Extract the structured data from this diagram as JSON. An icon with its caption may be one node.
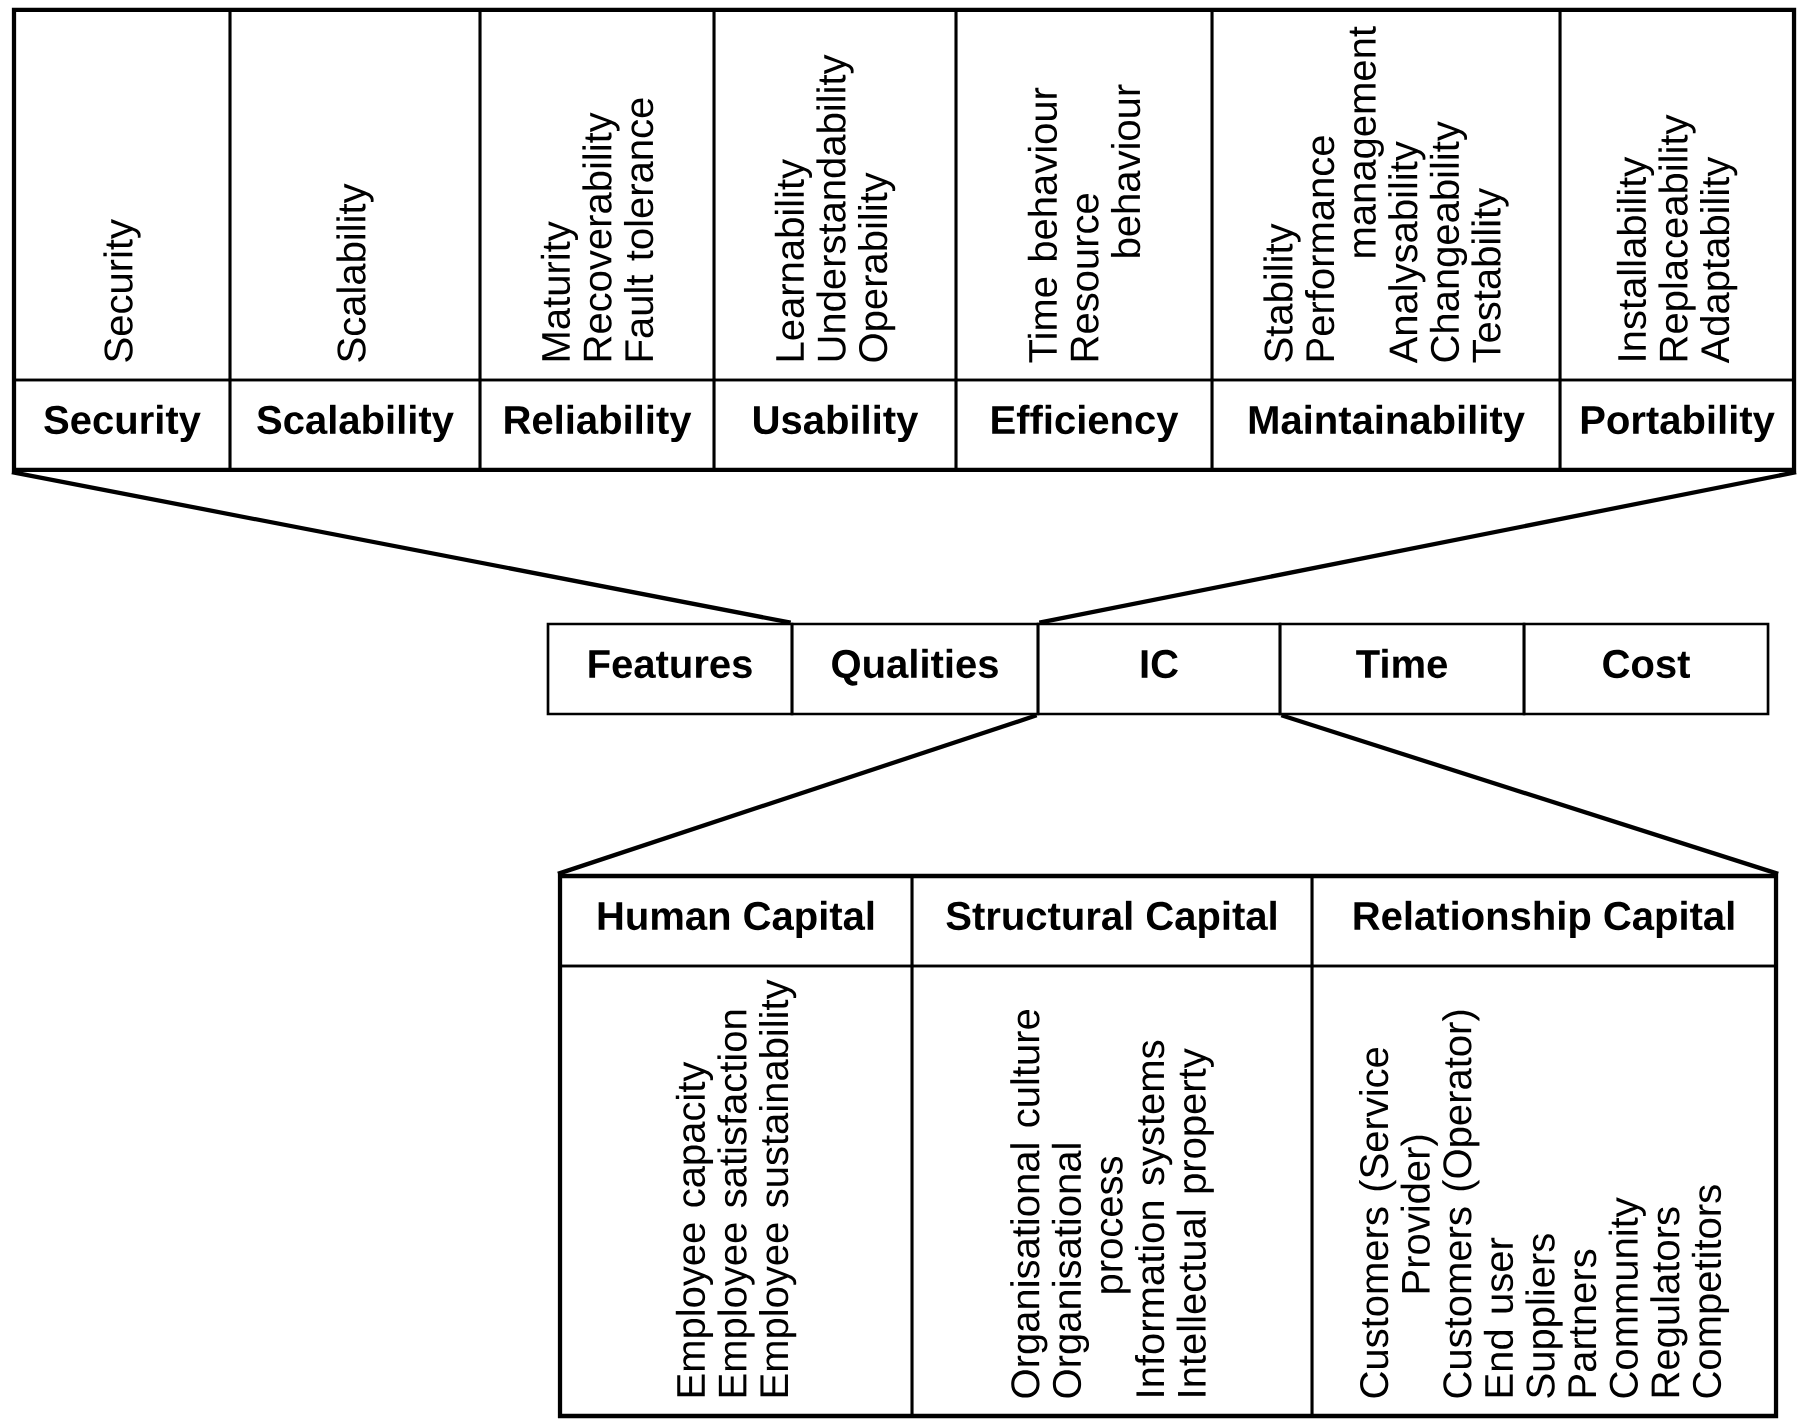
{
  "diagram": {
    "nodes": [
      {
        "text": [],
        "shape": "box"
      },
      {
        "text": [
          "Security"
        ],
        "in": 0
      },
      {
        "text": [
          "Scalability"
        ],
        "in": 0
      },
      {
        "text": [
          "Maturity",
          "Recoverability",
          "Fault tolerance"
        ],
        "in": 0
      },
      {
        "text": [
          "Learnability",
          "Understandability",
          "Operability"
        ],
        "in": 0
      },
      {
        "text": [
          "Time behaviour",
          "Resource behaviour"
        ],
        "in": 0
      },
      {
        "text": [
          "Stability",
          "Performance management",
          "Analysability",
          "Changeability",
          "Testability"
        ],
        "in": 0
      },
      {
        "text": [
          "Installability",
          "Replaceability",
          "Adaptability"
        ],
        "in": 0
      },
      {
        "text": [
          "Security"
        ],
        "in": 0
      },
      {
        "text": [
          "Scalability"
        ],
        "in": 0
      },
      {
        "text": [
          "Reliability"
        ],
        "in": 0
      },
      {
        "text": [
          "Usability"
        ],
        "in": 0
      },
      {
        "text": [
          "Efficiency"
        ],
        "in": 0
      },
      {
        "text": [
          "Maintainability"
        ],
        "in": 0
      },
      {
        "text": [
          "Portability"
        ],
        "in": 0
      },
      {
        "text": [
          "Features"
        ]
      },
      {
        "text": [
          "Qualities"
        ]
      },
      {
        "text": [
          "IC"
        ]
      },
      {
        "text": [
          "Time"
        ]
      },
      {
        "text": [
          "Cost"
        ]
      },
      {
        "text": [],
        "shape": "box"
      },
      {
        "text": [
          "Human Capital"
        ],
        "in": 20
      },
      {
        "text": [
          "Structural Capital"
        ],
        "in": 20
      },
      {
        "text": [
          "Relationship Capital"
        ],
        "in": 20
      },
      {
        "text": [
          "Employee capacity",
          "Employee satisfaction",
          "Employee sustainability"
        ],
        "in": 20
      },
      {
        "text": [
          "Organisational culture",
          "Organisational process",
          "Information systems",
          "Intellectual property"
        ],
        "in": 20
      },
      {
        "text": [
          "Customers (Service Provider)",
          "Customers (Operator)",
          "End user",
          "Suppliers",
          "Partners",
          "Community",
          "Regulators",
          "Competitors"
        ],
        "in": 20
      }
    ],
    "edges": [
      {
        "from": 16,
        "to": 0,
        "arrow": "none"
      },
      {
        "from": 16,
        "to": 0,
        "arrow": "none"
      },
      {
        "from": 17,
        "to": 20,
        "arrow": "none"
      },
      {
        "from": 17,
        "to": 20,
        "arrow": "none"
      }
    ]
  }
}
